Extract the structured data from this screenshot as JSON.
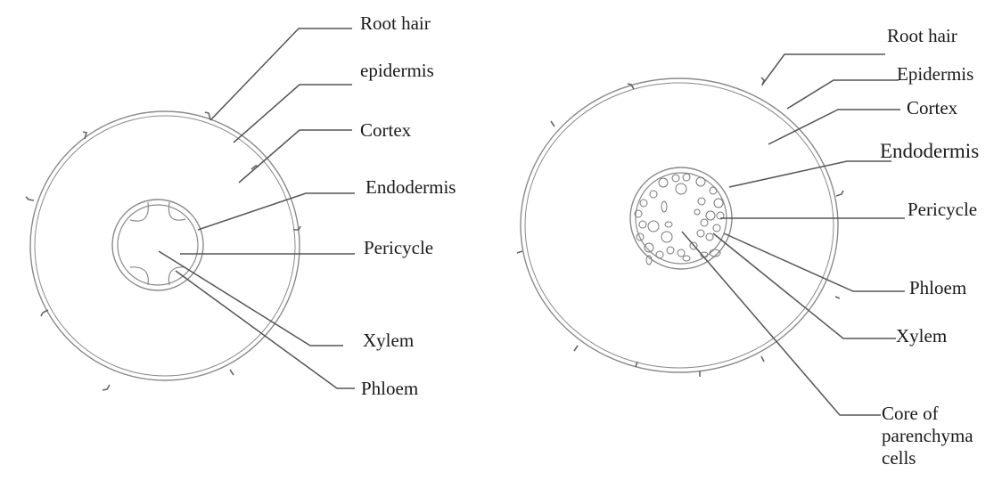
{
  "left_diagram": {
    "labels": {
      "root_hair": "Root hair",
      "epidermis": "epidermis",
      "cortex": "Cortex",
      "endodermis": "Endodermis",
      "pericycle": "Pericycle",
      "xylem": "Xylem",
      "phloem": "Phloem"
    }
  },
  "right_diagram": {
    "labels": {
      "root_hair": "Root hair",
      "epidermis": "Epidermis",
      "cortex": "Cortex",
      "endodermis": "Endodermis",
      "pericycle": "Pericycle",
      "phloem": "Phloem",
      "xylem": "Xylem",
      "core": "Core of parenchyma cells"
    }
  },
  "colors": {
    "outline": "#8a8a8a",
    "leader_line": "#555555",
    "text": "#1a1a1a"
  }
}
